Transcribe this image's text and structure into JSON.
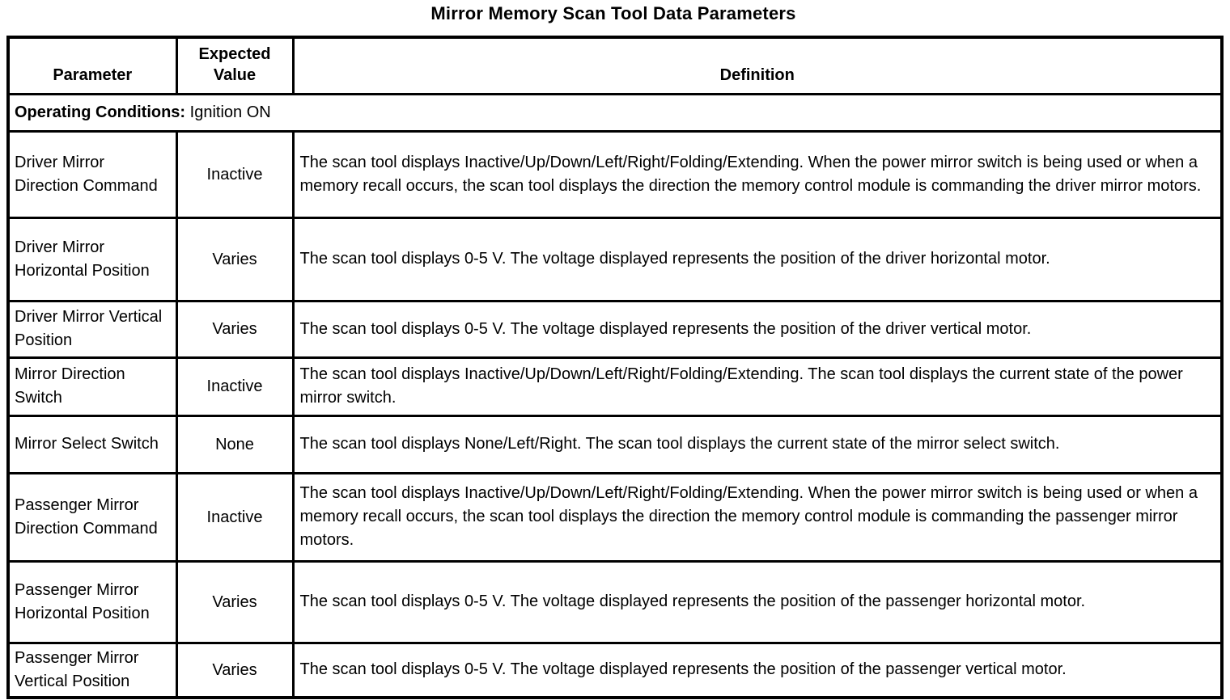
{
  "colors": {
    "text": "#000000",
    "background": "#ffffff",
    "border": "#000000"
  },
  "title": "Mirror Memory Scan Tool Data Parameters",
  "table": {
    "headers": {
      "parameter": "Parameter",
      "expected_value": "Expected Value",
      "definition": "Definition"
    },
    "operating_conditions": {
      "label": "Operating Conditions:",
      "value": "Ignition ON"
    },
    "rows": [
      {
        "parameter": "Driver Mirror Direction Command",
        "expected_value": "Inactive",
        "definition": "The scan tool displays Inactive/Up/Down/Left/Right/Folding/Extending. When the power mirror switch is being used or when a memory recall occurs, the scan tool displays the direction the memory control module is commanding the driver mirror motors."
      },
      {
        "parameter": "Driver Mirror Horizontal Position",
        "expected_value": "Varies",
        "definition": "The scan tool displays 0-5 V. The voltage displayed represents the position of the driver horizontal motor."
      },
      {
        "parameter": "Driver Mirror Vertical Position",
        "expected_value": "Varies",
        "definition": "The scan tool displays 0-5 V. The voltage displayed represents the position of the driver vertical motor."
      },
      {
        "parameter": "Mirror Direction Switch",
        "expected_value": "Inactive",
        "definition": "The scan tool displays Inactive/Up/Down/Left/Right/Folding/Extending. The scan tool displays the current state of the power mirror switch."
      },
      {
        "parameter": "Mirror Select Switch",
        "expected_value": "None",
        "definition": "The scan tool displays None/Left/Right. The scan tool displays the current state of the mirror select switch."
      },
      {
        "parameter": "Passenger Mirror Direction Command",
        "expected_value": "Inactive",
        "definition": "The scan tool displays Inactive/Up/Down/Left/Right/Folding/Extending. When the power mirror switch is being used or when a memory recall occurs, the scan tool displays the direction the memory control module is commanding the passenger mirror motors."
      },
      {
        "parameter": "Passenger Mirror Horizontal Position",
        "expected_value": "Varies",
        "definition": "The scan tool displays 0-5 V. The voltage displayed represents the position of the passenger horizontal motor."
      },
      {
        "parameter": "Passenger Mirror Vertical Position",
        "expected_value": "Varies",
        "definition": "The scan tool displays 0-5 V. The voltage displayed represents the position of the passenger vertical motor."
      }
    ]
  }
}
